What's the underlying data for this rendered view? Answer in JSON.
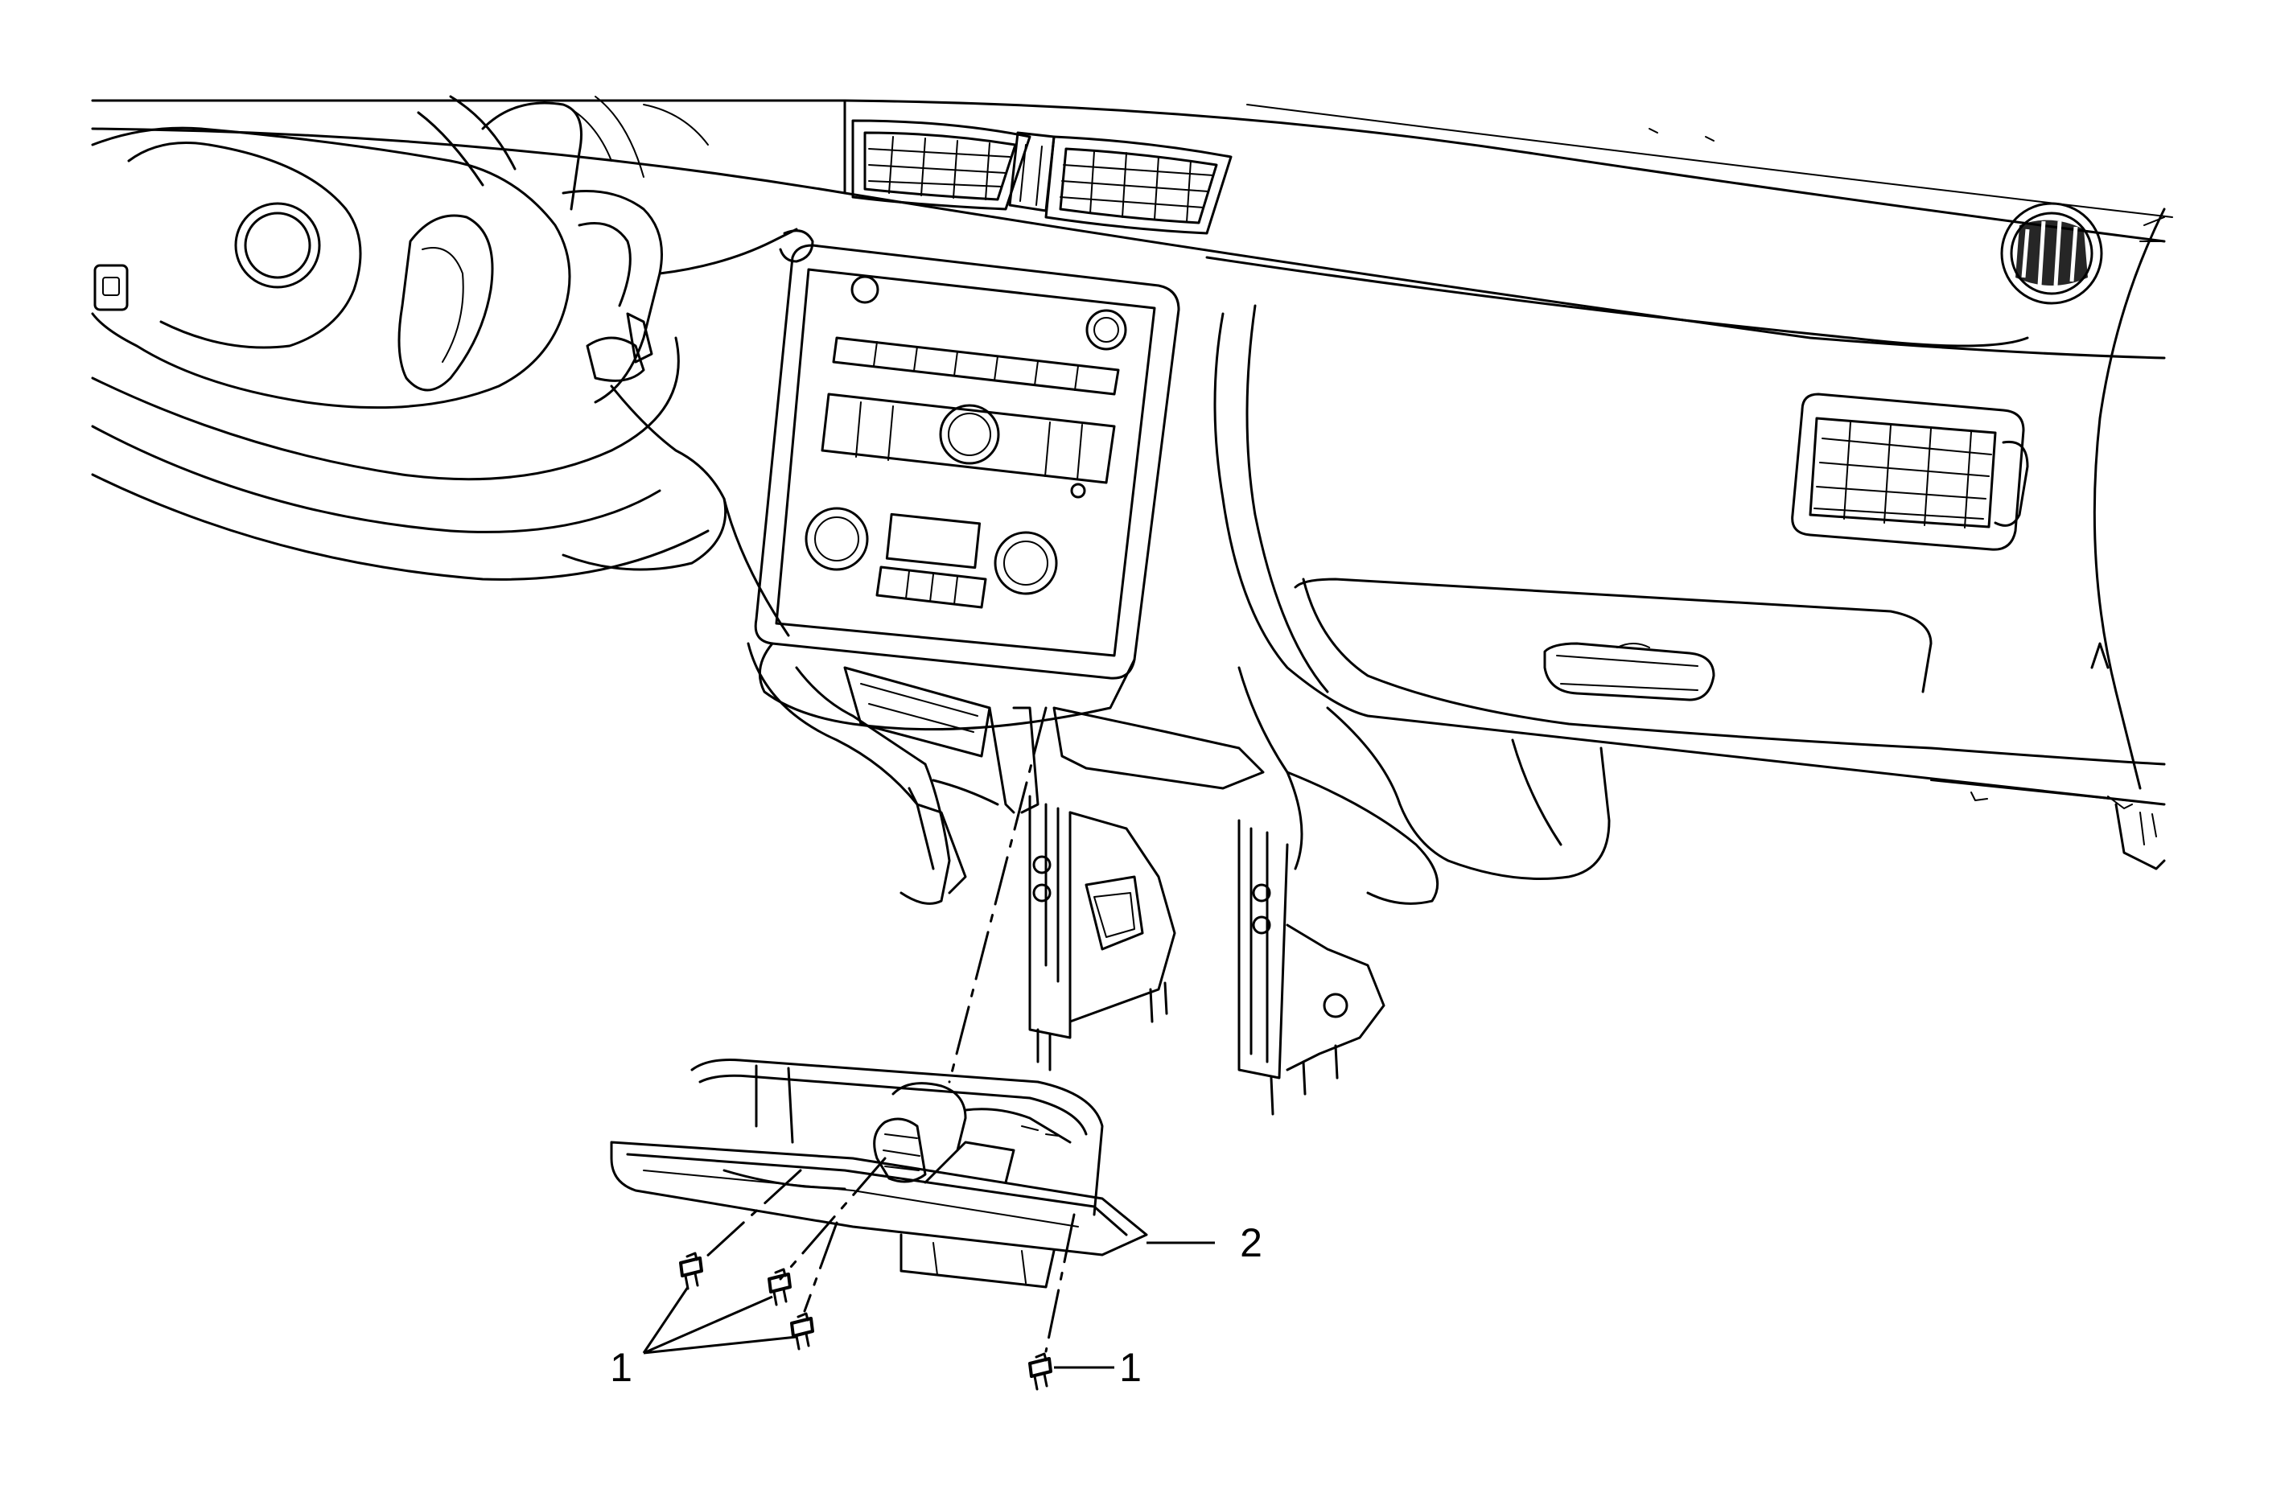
{
  "callouts": [
    {
      "id": "fastener-group",
      "label": "1"
    },
    {
      "id": "fastener-single",
      "label": "1"
    },
    {
      "id": "glove-box-latch",
      "label": "2"
    }
  ]
}
